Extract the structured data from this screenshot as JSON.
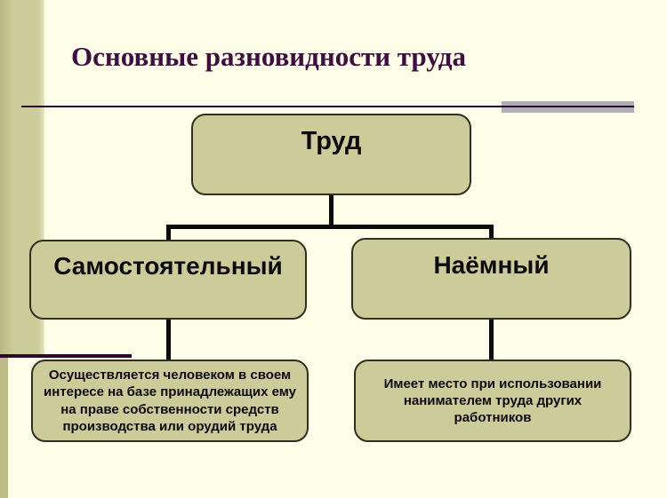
{
  "slide": {
    "title": "Основные разновидности труда"
  },
  "diagram": {
    "root_label": "Труд",
    "left_label": "Самостоятельный",
    "right_label": "Наёмный",
    "left_description": "Осуществляется человеком в своем\nинтересе на базе принадлежащих ему\nна праве собственности средств\nпроизводства или орудий труда",
    "right_description": "Имеет место при использовании\nнанимателем труда других\nработников"
  },
  "colors": {
    "background": "#FFFEE8",
    "sidebar_olive": "#CCCB9A",
    "node_fill": "#CCCB9A",
    "node_border": "#2F2F1F",
    "connector_black": "#0B0B0B",
    "title_purple": "#3F0D3F",
    "rule_purple": "#2E092E",
    "accent_gray": "#AFAFB7"
  }
}
